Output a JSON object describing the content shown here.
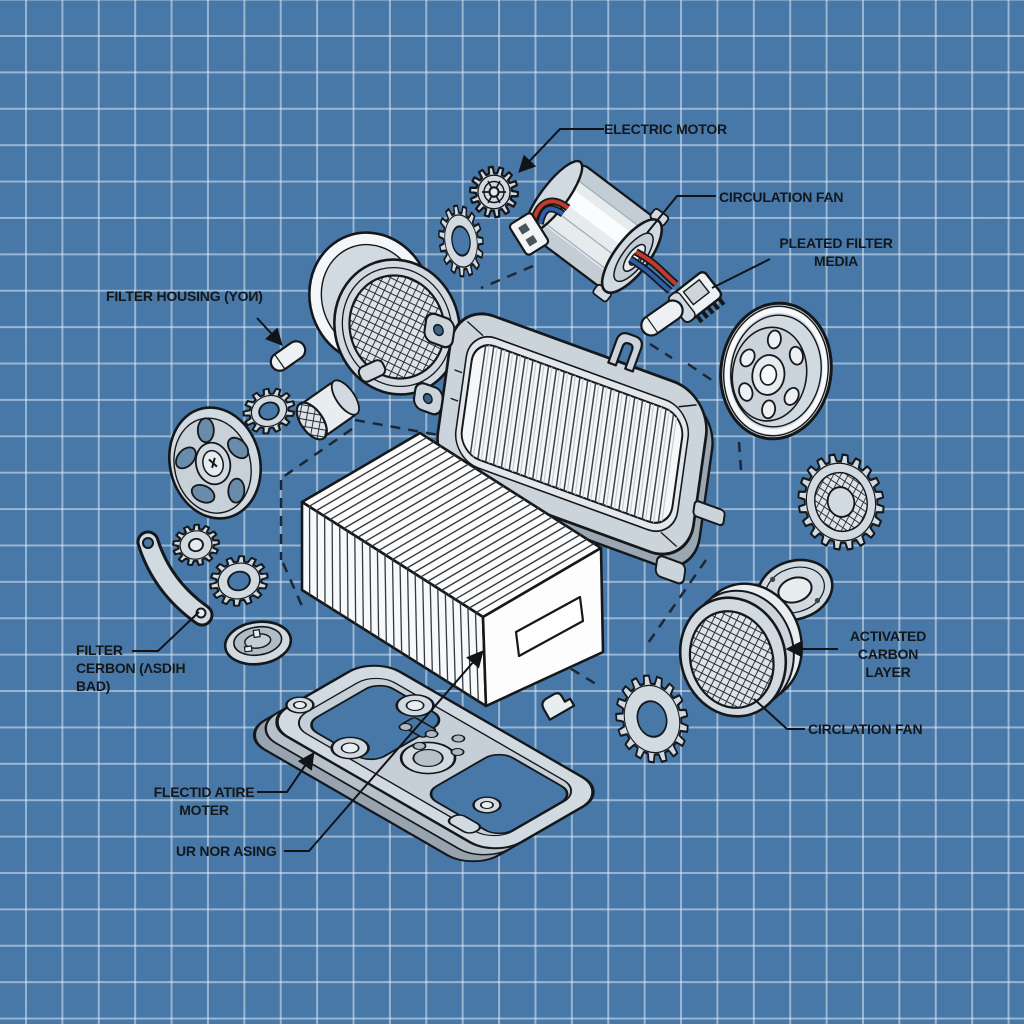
{
  "scene": {
    "background_color": "#4878a8",
    "grid_color": "rgba(232,241,249,0.5)",
    "outline_color": "#15181b",
    "part_fill": "#d2dae1",
    "part_fill_light": "#e8edf0",
    "part_fill_white": "#f7f9fa",
    "part_fill_dark": "#a9b5bf",
    "wire_red": "#c23b2c",
    "wire_blue": "#2f5fa8",
    "label_color": "#14171a"
  },
  "labels": {
    "electric_motor": "ELECTRIC MOTOR",
    "circulation_fan_top": "CIRCULATION FAN",
    "pleated_filter_media": "PLEATED FILTER\nMEDIA",
    "filter_housing": "FILTER HOUSING (YOИ)",
    "filter_cerbon": "FILTER\nCERBON (ΛSDIH\nBAD)",
    "activated_carbon_layer": "ACTIVATED\nCARBON\nLAYER",
    "circlation_fan_bottom": "CIRCLATION FAN",
    "flectid_atire_moter": "FLECTID ATIRE\nMOTER",
    "ur_nor_asing": "UR NOR ASING"
  },
  "parts": [
    "spur-gear-top",
    "ring-gear-top",
    "electric-motor",
    "wire-connector-small",
    "wire-terminal-block",
    "spacer-pin-left",
    "spacer-pin-right",
    "circulation-fan-housing-left",
    "mesh-filter-cylinder",
    "pleated-filter-frame",
    "frame-hook",
    "pulley-wheel-right",
    "carbon-ring-gear",
    "washer-ring",
    "activated-carbon-fan",
    "gear-bottom-right",
    "pleated-filter-block",
    "spoked-wheel-left",
    "gear-left-upper",
    "gear-left-mid",
    "gear-left-lower",
    "lever-arm",
    "retainer-ring",
    "filter-housing-tray",
    "mounting-clip"
  ]
}
